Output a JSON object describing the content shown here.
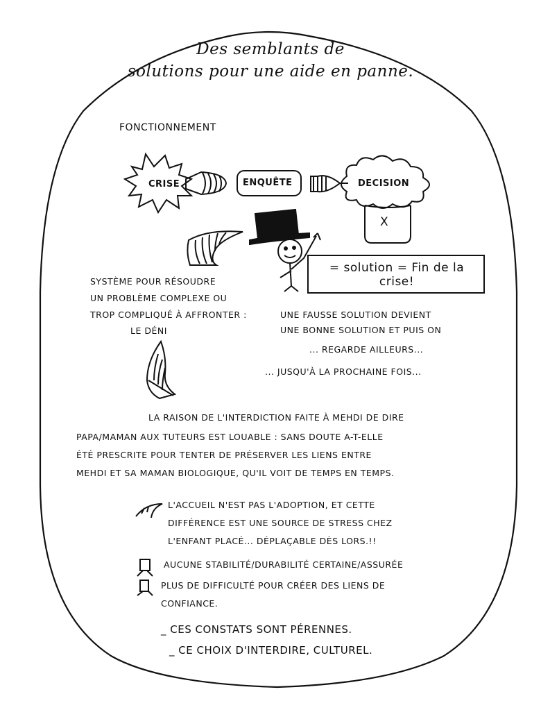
{
  "title": {
    "line1": "Des semblants de",
    "line2": "solutions pour une aide en panne."
  },
  "section_heading": "Fonctionnement",
  "flow": {
    "crise": "CRISE",
    "enquete": "ENQUÊTE",
    "decision": "DECISION",
    "box_mark": "X"
  },
  "solution_box": "= solution = Fin de la crise!",
  "systeme": {
    "lines": [
      "Système pour résoudre",
      "un problème complexe ou",
      "trop compliqué à affronter :",
      "le déni"
    ]
  },
  "fausse_solution": {
    "lines": [
      "une fausse solution devient",
      "une bonne solution et puis on",
      "... regarde ailleurs...",
      "... jusqu'à la prochaine fois..."
    ]
  },
  "paragraph": {
    "lines": [
      "La raison de l'interdiction faite à Mehdi de dire",
      "papa/maman aux tuteurs est louable : sans doute a-t-elle",
      "été prescrite pour tenter de préserver les liens entre",
      "Mehdi et sa maman biologique, qu'il voit de temps en temps."
    ]
  },
  "bullets": {
    "b1": [
      "L'accueil n'est pas l'adoption, et cette",
      "différence est une source de stress chez",
      "l'enfant placé... déplaçable dès lors.!!"
    ],
    "b2": "Aucune stabilité/durabilité certaine/assurée",
    "b3": [
      "Plus de difficulté pour créer des liens de",
      "confiance."
    ]
  },
  "conclusion": {
    "c1": "_ Ces constats sont pérennes.",
    "c2": "_ Ce choix d'interdire, culturel."
  }
}
